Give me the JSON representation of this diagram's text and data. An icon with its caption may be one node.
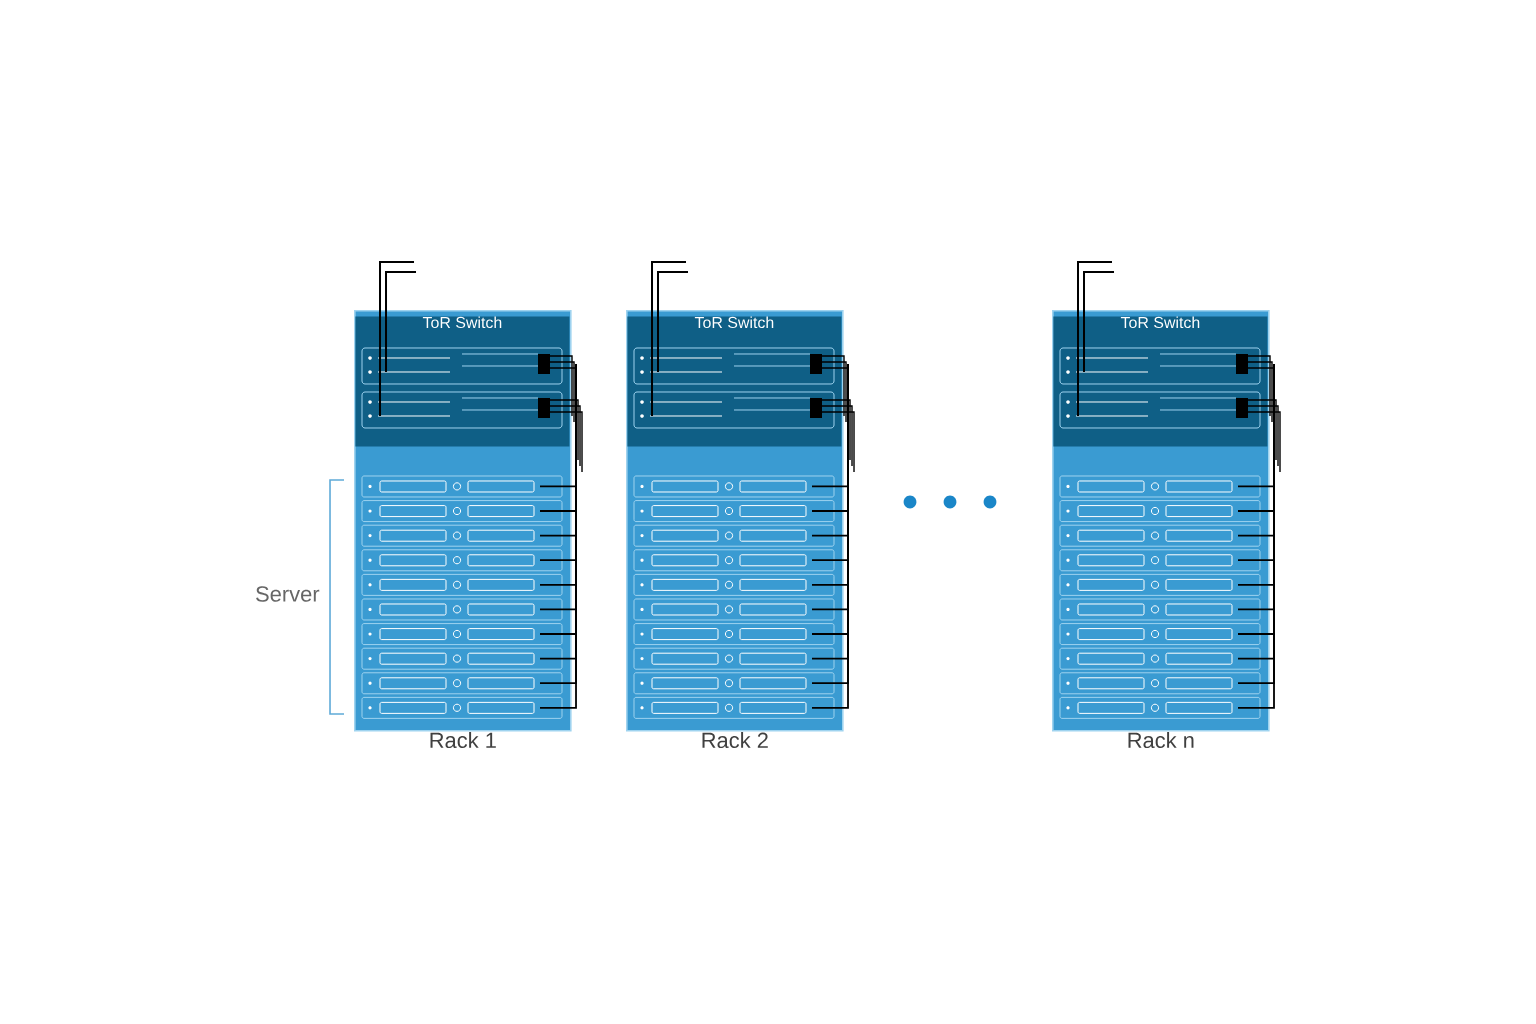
{
  "diagram": {
    "nodes": [
      {
        "text": [
          "Rack 1"
        ]
      },
      {
        "text": [
          "ToR Switch"
        ],
        "in": 0
      },
      {
        "text": [
          "Rack 2"
        ]
      },
      {
        "text": [
          "ToR Switch"
        ],
        "in": 2
      },
      {
        "text": [
          "Rack n"
        ]
      },
      {
        "text": [
          "ToR Switch"
        ],
        "in": 4
      }
    ],
    "edges": [
      {
        "from": 1,
        "to": null,
        "arrow": "none"
      },
      {
        "from": 1,
        "to": null,
        "arrow": "none"
      },
      {
        "from": 3,
        "to": null,
        "arrow": "none"
      },
      {
        "from": 3,
        "to": null,
        "arrow": "none"
      },
      {
        "from": 5,
        "to": null,
        "arrow": "none"
      },
      {
        "from": 5,
        "to": null,
        "arrow": "none"
      }
    ],
    "labels": [
      "Server"
    ]
  }
}
